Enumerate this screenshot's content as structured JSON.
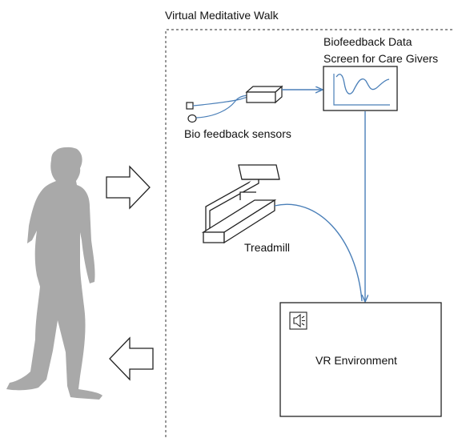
{
  "diagram": {
    "title": "Virtual Meditative Walk",
    "screen_label_line1": "Biofeedback Data",
    "screen_label_line2": "Screen for Care Givers",
    "sensors_label": "Bio feedback sensors",
    "treadmill_label": "Treadmill",
    "vr_label": "VR Environment",
    "colors": {
      "silhouette": "#a9a9a9",
      "connector": "#4a7fb8",
      "outline": "#222222",
      "dashed_border": "#555555"
    },
    "icons": [
      "person-silhouette",
      "block-arrow-right",
      "block-arrow-left",
      "speaker-icon",
      "sensor-box",
      "monitor-screen",
      "treadmill"
    ]
  }
}
